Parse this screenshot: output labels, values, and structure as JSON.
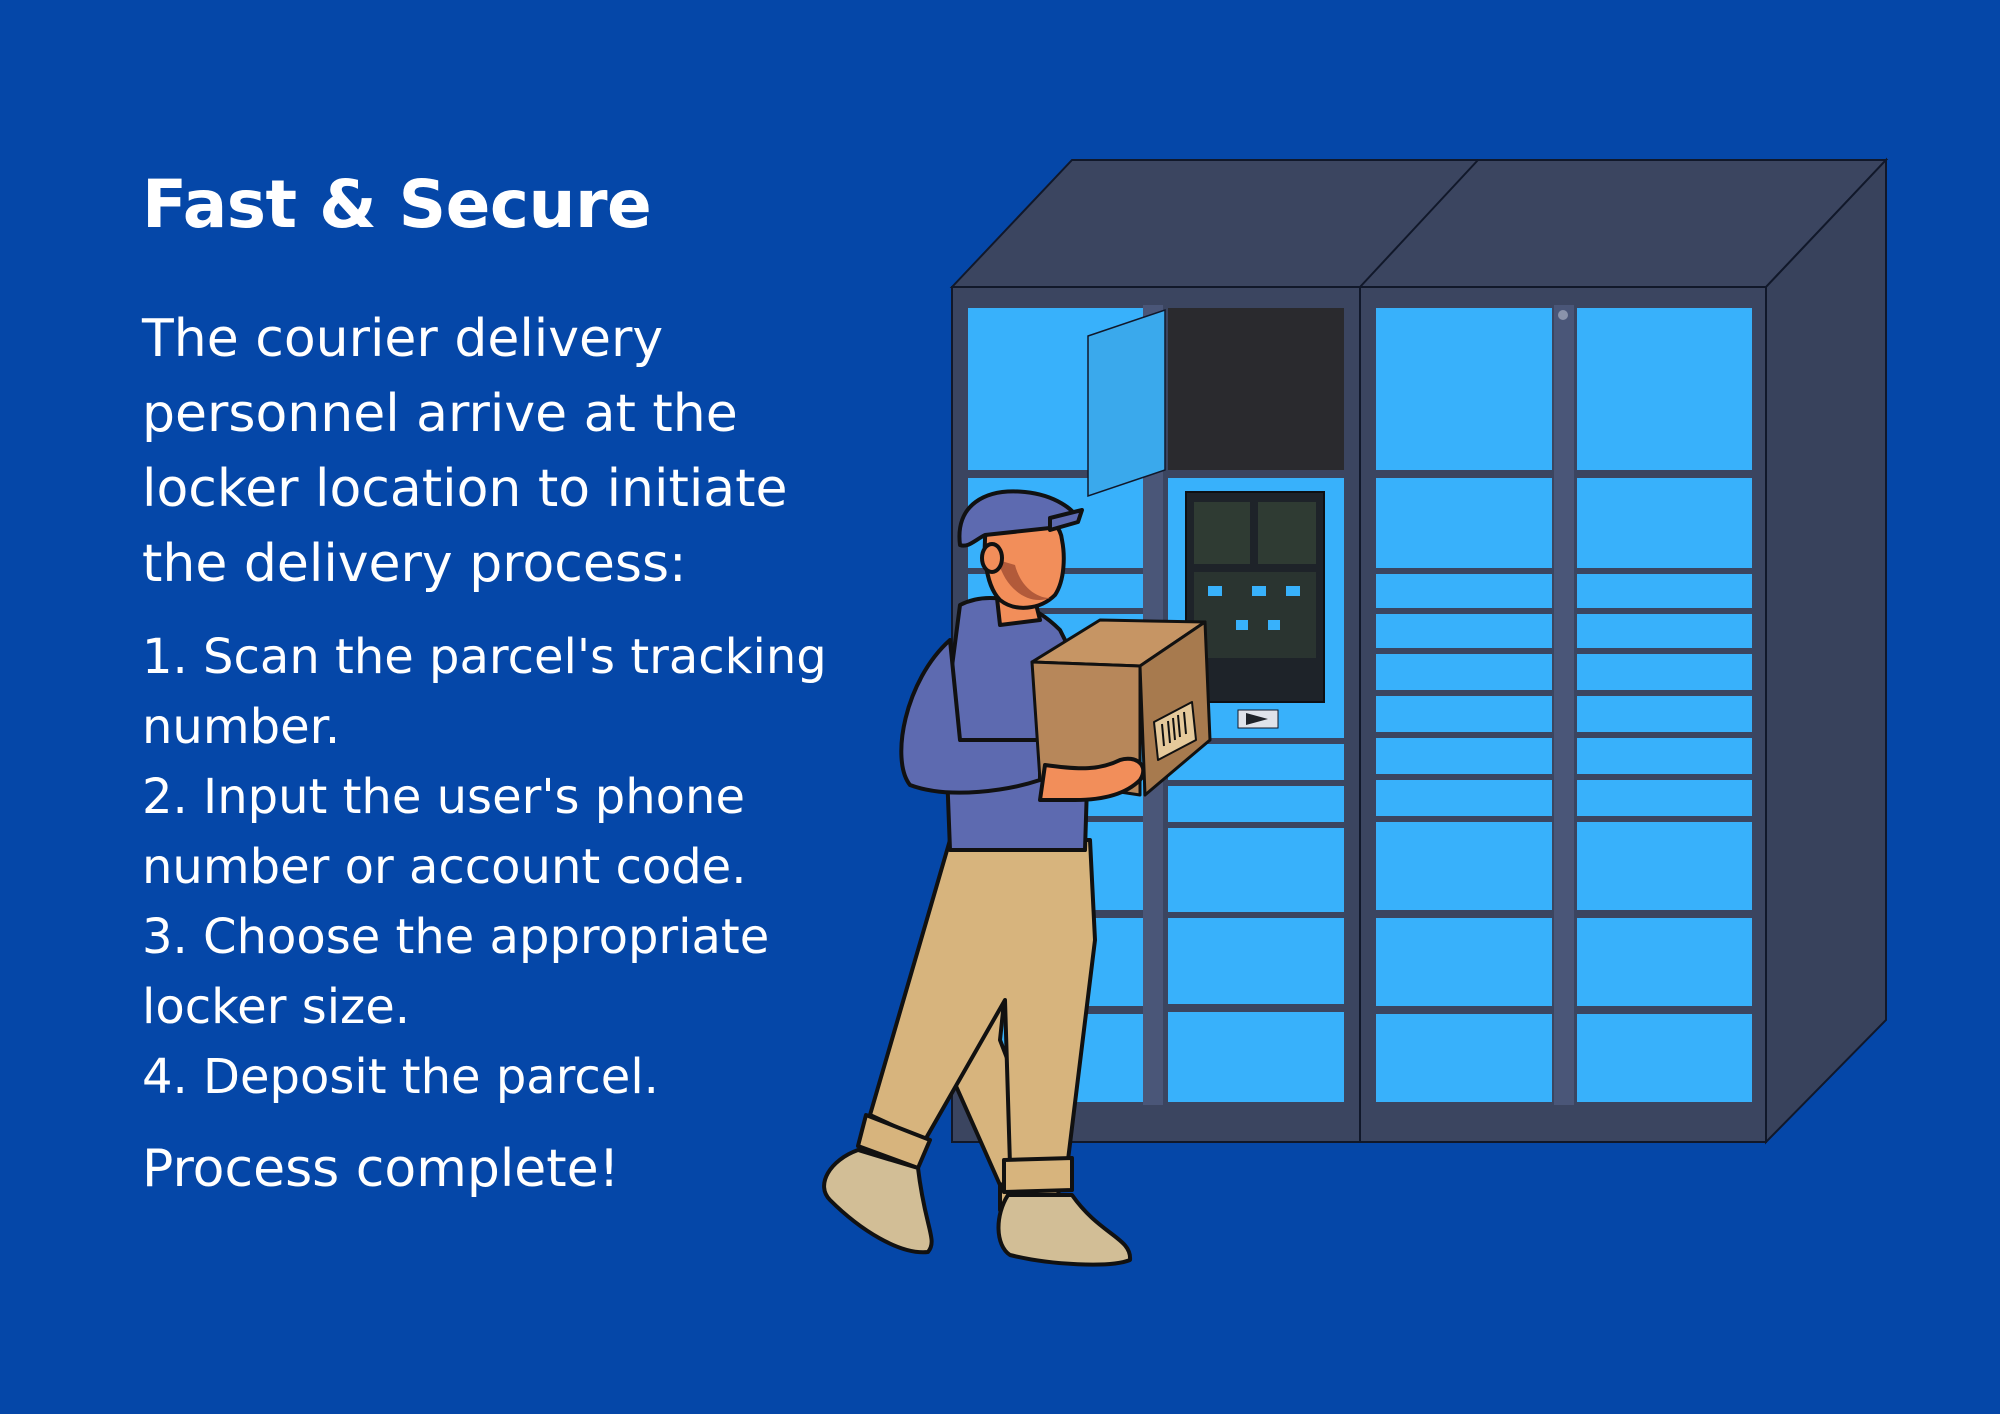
{
  "heading": "Fast & Secure",
  "intro": "The courier delivery personnel arrive at the locker location to initiate the delivery process:",
  "steps": [
    "1. Scan the parcel's tracking number.",
    "2. Input the user's phone number or account code.",
    "3. Choose the appropriate locker size.",
    "4. Deposit the parcel."
  ],
  "closing": "Process complete!",
  "colors": {
    "background": "#0547A8",
    "locker_body": "#3B4560",
    "locker_door": "#38B1FB",
    "box": "#B7875A",
    "shirt": "#5D6AB0",
    "pants": "#D7B47D",
    "cap": "#5D6AB0"
  },
  "icons": {
    "locker": "parcel-locker-illustration",
    "courier": "courier-person-illustration",
    "parcel": "cardboard-box-illustration"
  }
}
